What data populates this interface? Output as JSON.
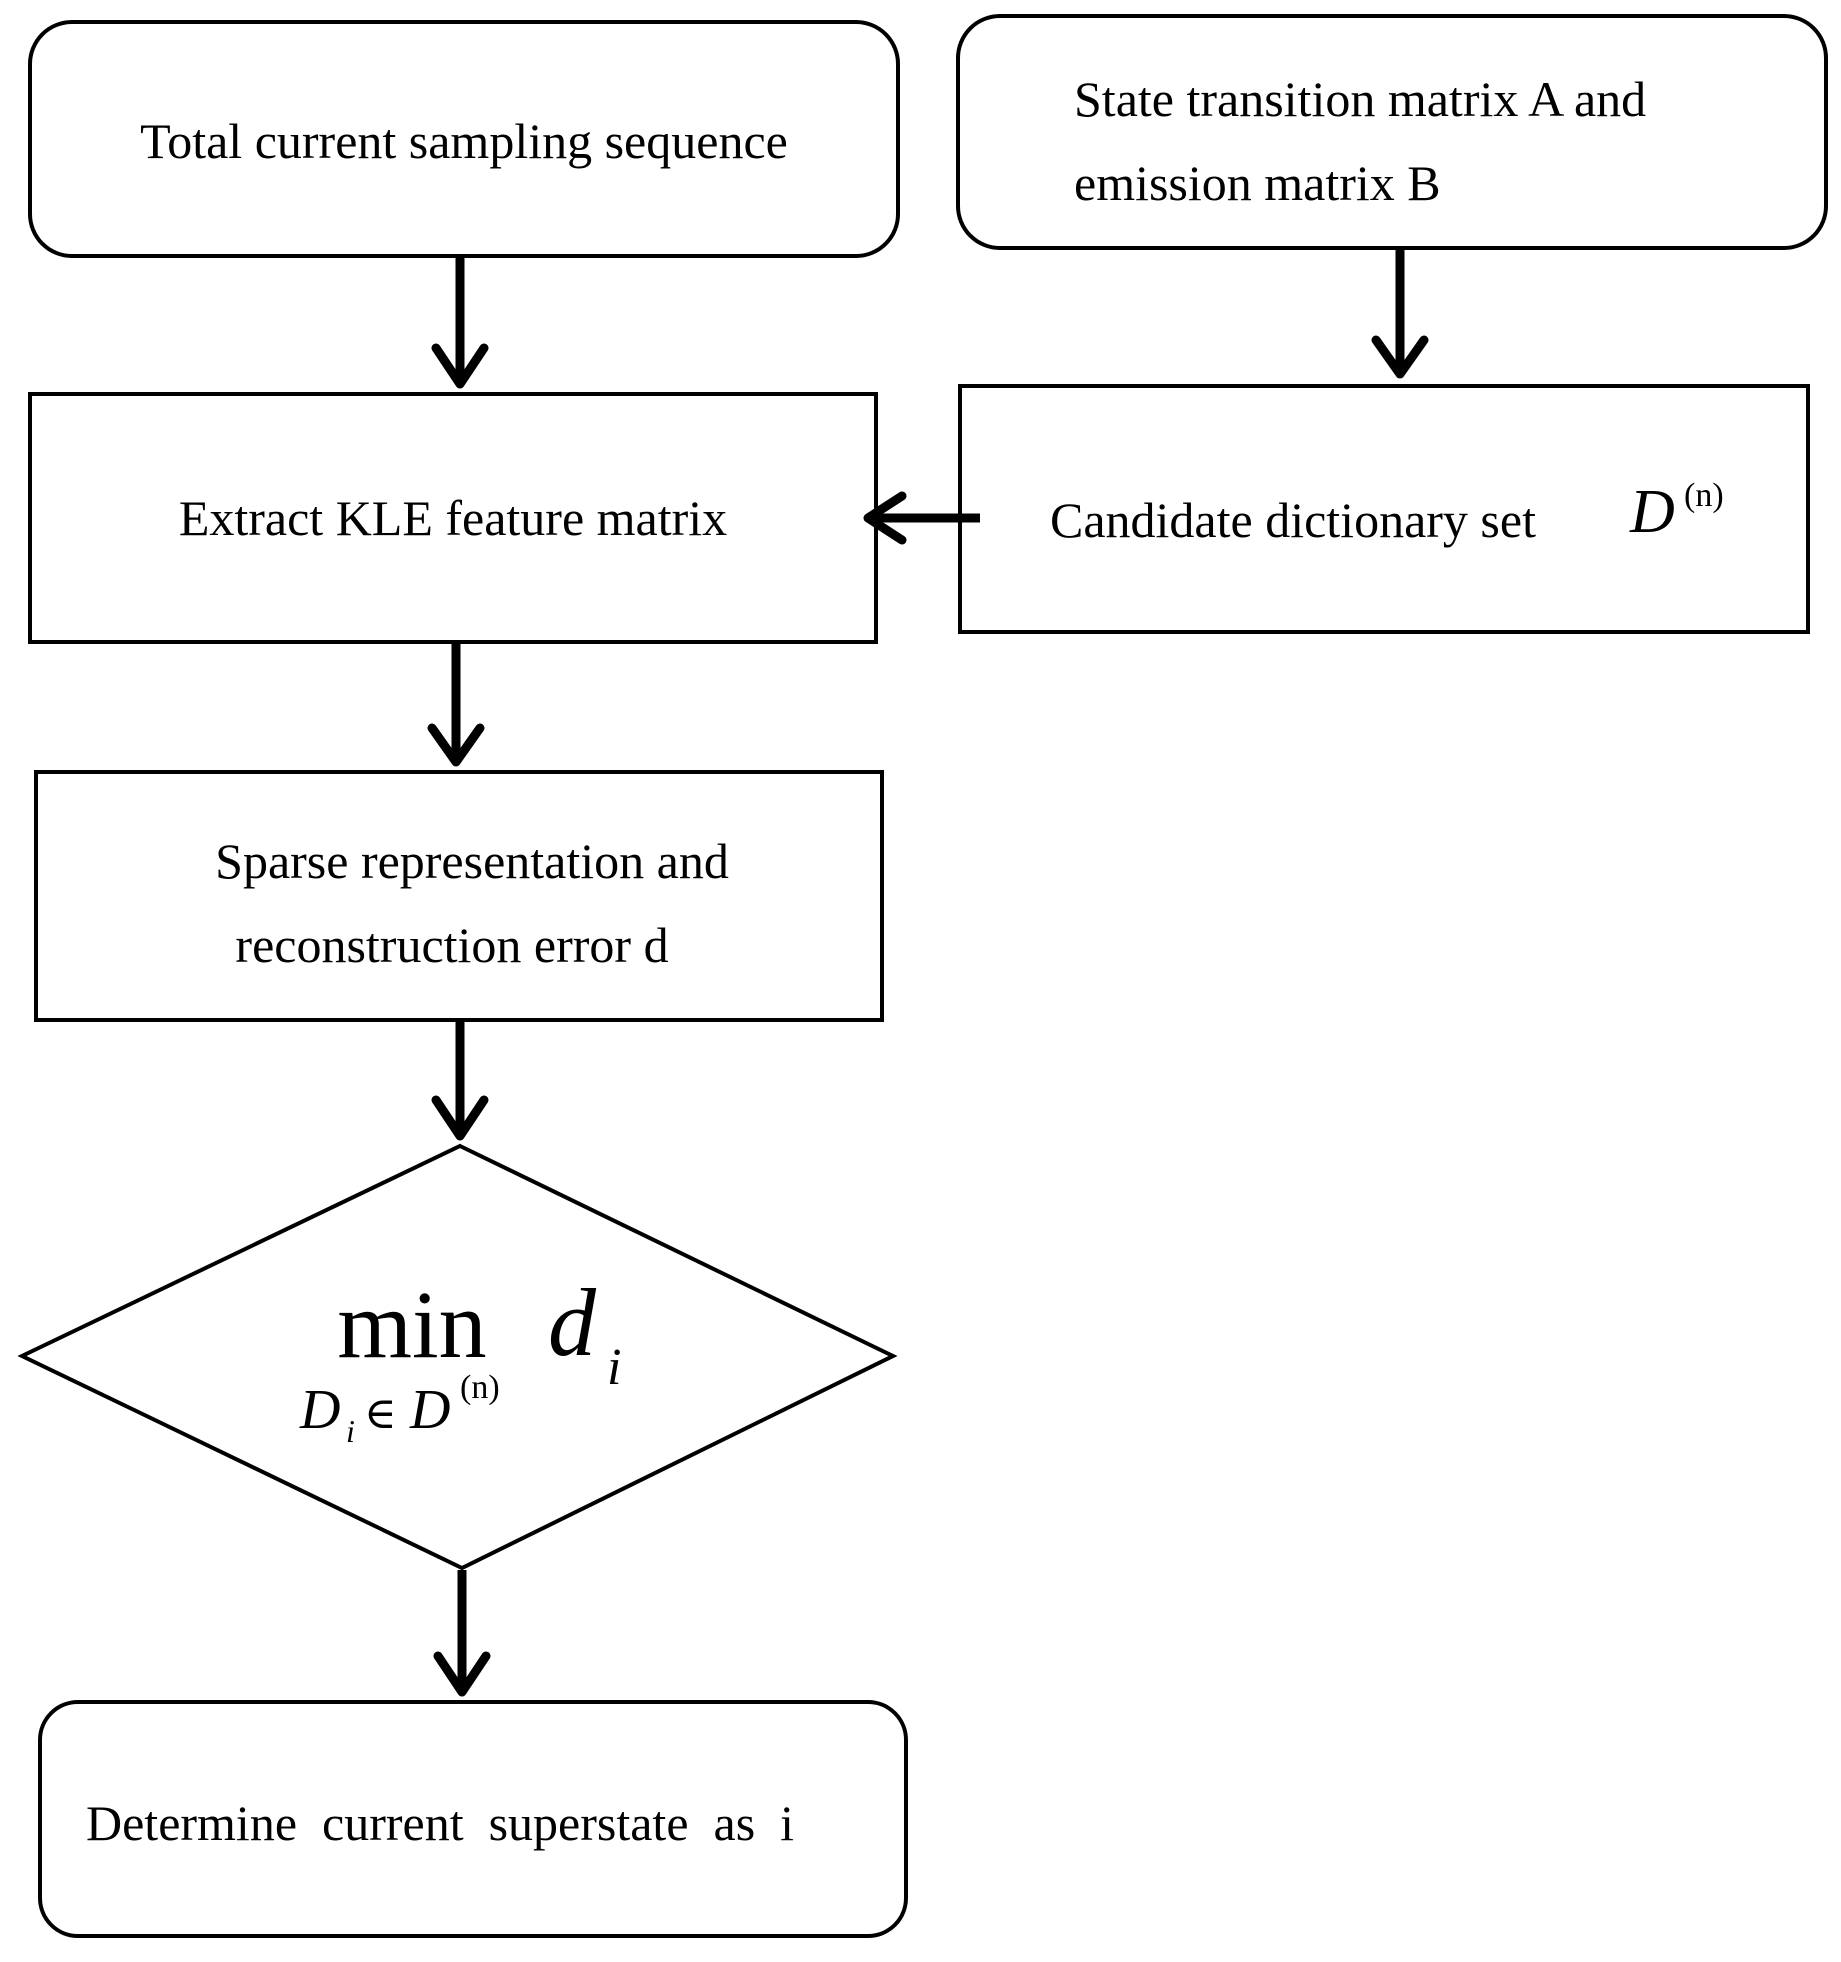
{
  "nodes": {
    "sampling_sequence": {
      "label": "Total current sampling sequence"
    },
    "matrices": {
      "line1": "State transition matrix A and",
      "line2": "emission matrix B"
    },
    "extract_kle": {
      "label": "Extract KLE feature matrix"
    },
    "candidate_dictionary": {
      "label": "Candidate dictionary set",
      "symbol": "D",
      "superscript": "(n)"
    },
    "sparse_representation": {
      "line1": "Sparse representation and",
      "line2": "reconstruction error d"
    },
    "decision": {
      "operator": "min",
      "variable": "d",
      "variable_subscript": "i",
      "constraint_var": "D",
      "constraint_sub": "i",
      "constraint_rel": "∈",
      "constraint_set": "D",
      "constraint_sup": "(n)"
    },
    "determine_superstate": {
      "label": "Determine  current  superstate  as  i"
    }
  },
  "edges": [
    {
      "from": "sampling_sequence",
      "to": "extract_kle"
    },
    {
      "from": "matrices",
      "to": "candidate_dictionary"
    },
    {
      "from": "candidate_dictionary",
      "to": "extract_kle"
    },
    {
      "from": "extract_kle",
      "to": "sparse_representation"
    },
    {
      "from": "sparse_representation",
      "to": "decision"
    },
    {
      "from": "decision",
      "to": "determine_superstate"
    }
  ]
}
